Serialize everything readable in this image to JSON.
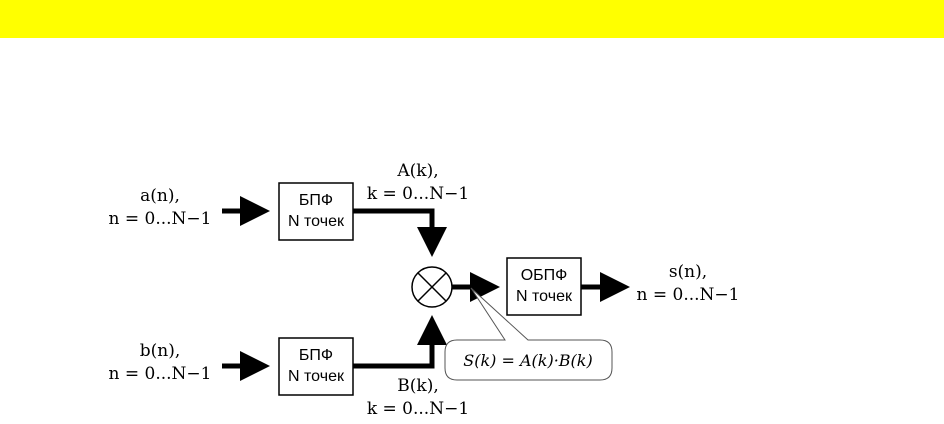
{
  "colors": {
    "top_bar": "#FFFF00",
    "stroke": "#000000",
    "background": "#FFFFFF"
  },
  "input_a": {
    "line1": "a(n),",
    "line2": "n = 0...N−1"
  },
  "input_b": {
    "line1": "b(n),",
    "line2": "n = 0...N−1"
  },
  "fft_top": {
    "title": "БПФ",
    "subtitle": "N точек"
  },
  "fft_bottom": {
    "title": "БПФ",
    "subtitle": "N точек"
  },
  "spectrum_a": {
    "line1": "A(k),",
    "line2": "k = 0...N−1"
  },
  "spectrum_b": {
    "line1": "B(k),",
    "line2": "k = 0...N−1"
  },
  "ifft": {
    "title": "ОБПФ",
    "subtitle": "N точек"
  },
  "output": {
    "line1": "s(n),",
    "line2": "n = 0...N−1"
  },
  "callout": {
    "formula": "S(k) = A(k)·B(k)"
  },
  "multiplier_icon": "circled-times-icon"
}
